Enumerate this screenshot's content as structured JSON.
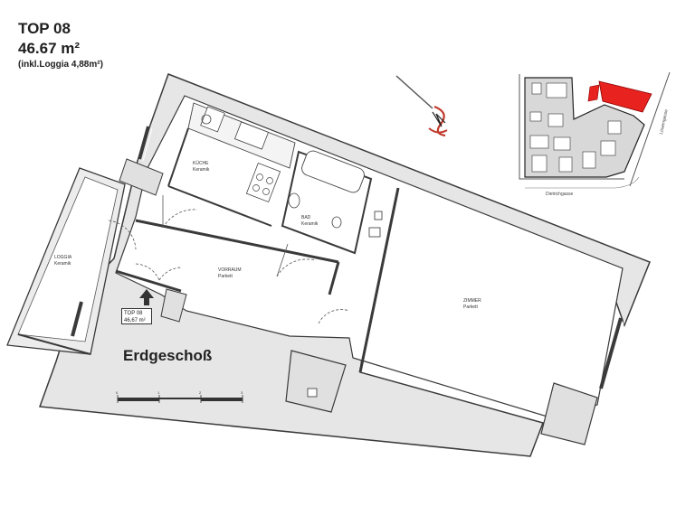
{
  "header": {
    "unit": "TOP 08",
    "area": "46.67 m²",
    "note": "(inkl.Loggia 4,88m²)"
  },
  "floor_label": "Erdgeschoß",
  "unit_tag": {
    "line1": "TOP 08",
    "line2": "46,67 m²"
  },
  "rooms": [
    {
      "key": "kueche",
      "name": "KÜCHE",
      "floor": "Keramik"
    },
    {
      "key": "bad",
      "name": "BAD",
      "floor": "Keramik"
    },
    {
      "key": "loggia",
      "name": "LOGGIA",
      "floor": "Keramik"
    },
    {
      "key": "vorraum",
      "name": "VORRAUM",
      "floor": "Parkett"
    },
    {
      "key": "zimmer",
      "name": "ZIMMER",
      "floor": "Parkett"
    }
  ],
  "site_plan": {
    "street_bottom": "Dietrichgasse",
    "street_side": "Löwengasse",
    "highlight_color": "#e8231f"
  },
  "scale_bar": {
    "ticks": [
      "0",
      "1",
      "2",
      "3"
    ]
  },
  "colors": {
    "wall": "#e6e6e6",
    "wall_stroke": "#3a3a3a",
    "compass": "#c0392b"
  }
}
